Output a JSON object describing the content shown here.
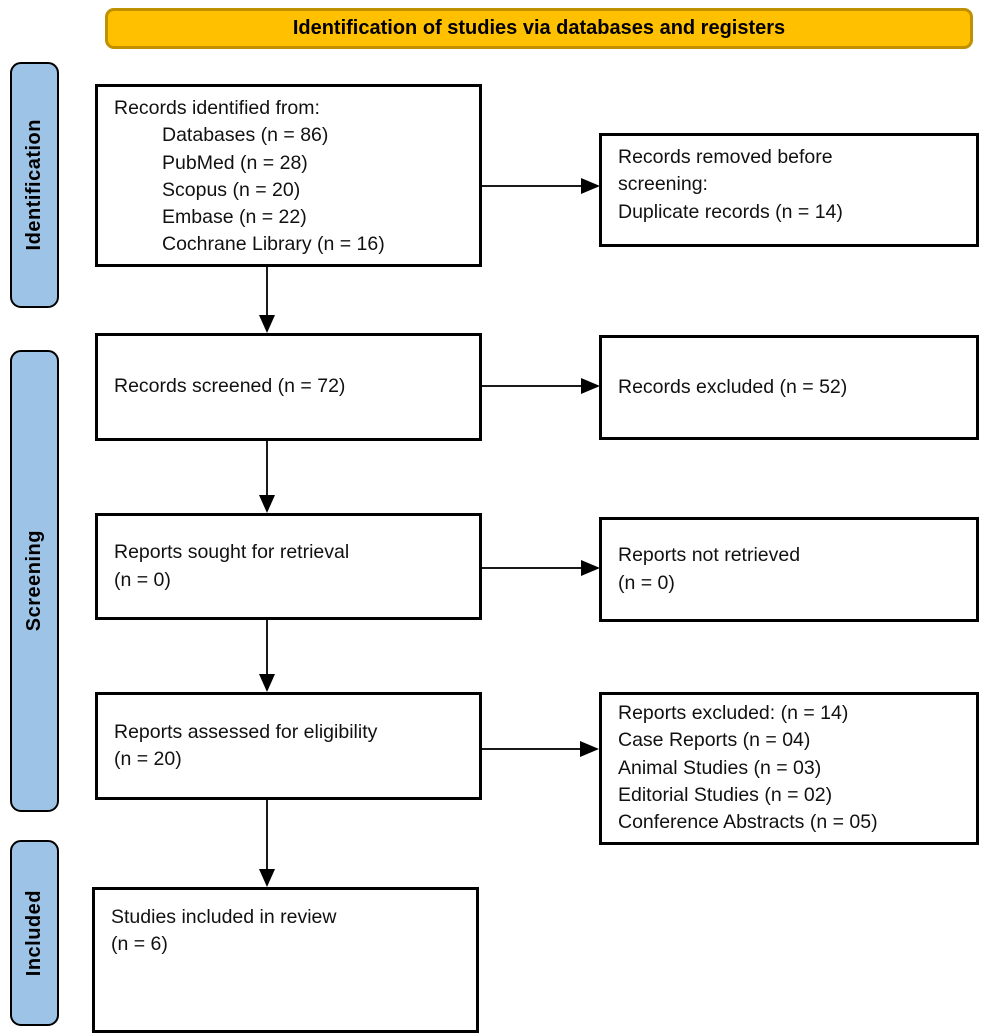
{
  "banner": {
    "title": "Identification of studies via databases and registers"
  },
  "stages": [
    {
      "label": "Identification"
    },
    {
      "label": "Screening"
    },
    {
      "label": "Included"
    }
  ],
  "boxes": {
    "records_identified": {
      "title": "Records identified from:",
      "items": [
        "Databases (n = 86)",
        "PubMed (n = 28)",
        "Scopus (n = 20)",
        "Embase (n = 22)",
        "Cochrane Library (n = 16)"
      ]
    },
    "records_removed": {
      "lines": [
        "Records removed before",
        "screening:",
        "Duplicate records (n = 14)"
      ]
    },
    "records_screened": {
      "lines": [
        "Records screened (n = 72)"
      ]
    },
    "records_excluded": {
      "lines": [
        "Records excluded (n = 52)"
      ]
    },
    "reports_sought": {
      "lines": [
        "Reports sought for retrieval",
        "(n = 0)"
      ]
    },
    "reports_not_retrieved": {
      "lines": [
        "Reports not retrieved",
        "(n = 0)"
      ]
    },
    "reports_assessed": {
      "lines": [
        "Reports assessed for eligibility",
        "(n = 20)"
      ]
    },
    "reports_excluded": {
      "lines": [
        "Reports excluded: (n = 14)",
        "Case Reports (n = 04)",
        "Animal Studies (n = 03)",
        "Editorial Studies (n = 02)",
        "Conference Abstracts (n = 05)"
      ]
    },
    "studies_included": {
      "lines": [
        "Studies included in review",
        "(n = 6)"
      ]
    }
  },
  "colors": {
    "banner_fill": "#FFC000",
    "banner_border": "#BF9000",
    "stage_fill": "#9DC3E6",
    "box_border": "#000000",
    "arrow": "#1a1a1a"
  }
}
